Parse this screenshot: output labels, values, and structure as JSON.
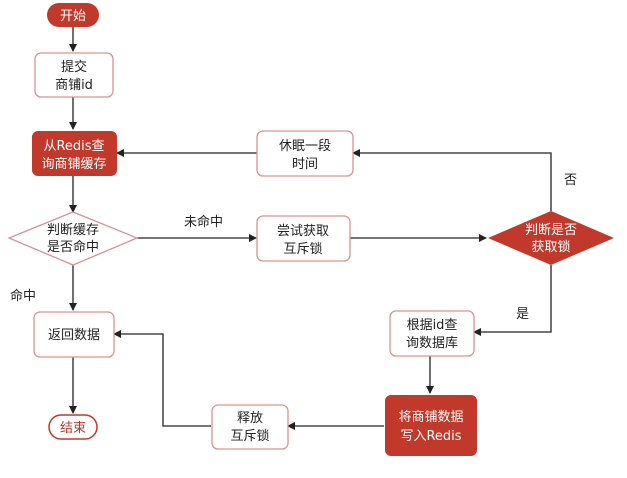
{
  "colors": {
    "accent": "#c0392b",
    "box_border": "#d9938f",
    "line": "#222222",
    "text": "#222222"
  },
  "nodes": {
    "start": "开始",
    "submit": [
      "提交",
      "商铺id"
    ],
    "query_redis": [
      "从Redis查",
      "询商铺缓存"
    ],
    "cache_hit_check": [
      "判断缓存",
      "是否命中"
    ],
    "try_lock": [
      "尝试获取",
      "互斥锁"
    ],
    "lock_check": [
      "判断是否",
      "获取锁"
    ],
    "sleep": [
      "休眠一段",
      "时间"
    ],
    "return_data": "返回数据",
    "end": "结束",
    "query_db": [
      "根据id查",
      "询数据库"
    ],
    "write_redis": [
      "将商铺数据",
      "写入Redis"
    ],
    "release_lock": [
      "释放",
      "互斥锁"
    ]
  },
  "edges": {
    "miss": "未命中",
    "hit": "命中",
    "no": "否",
    "yes": "是"
  }
}
